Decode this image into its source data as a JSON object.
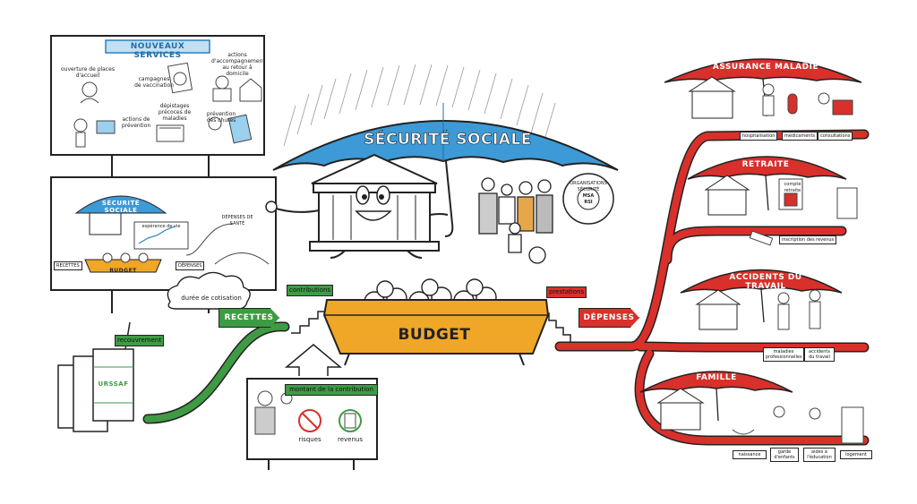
{
  "center": {
    "umbrella_title": "SÉCURITÉ SOCIALE",
    "budget_label": "BUDGET",
    "organisations_badge": [
      "ORGANISATIONS",
      "SÉCURITÉ",
      "MSA",
      "RSI"
    ],
    "cotisation_cloud": "durée de cotisation",
    "recettes_arrow": "RECETTES",
    "depenses_arrow": "DÉPENSES",
    "contributions_flag": "contributions",
    "prestations_flag": "prestations",
    "recouvrement_flag": "recouvrement",
    "urssaf_label": "URSSAF"
  },
  "contribution_board": {
    "title": "montant de la contribution",
    "items": [
      "risques",
      "revenus"
    ]
  },
  "new_services_board": {
    "title": "NOUVEAUX SERVICES",
    "items": [
      "ouverture de places d'accueil",
      "campagnes de vaccination",
      "actions d'accompagnement au retour à domicile",
      "actions de prévention",
      "dépistages précoces de maladies",
      "prévention des chutes"
    ]
  },
  "mini_board": {
    "umbrella_title": "SÉCURITÉ SOCIALE",
    "budget_label": "BUDGET",
    "recettes": "RECETTES",
    "depenses": "DÉPENSES",
    "chart_label": "espérance de vie",
    "other_label": "DÉPENSES DE SANTÉ"
  },
  "branches": [
    {
      "title": "ASSURANCE MALADIE",
      "tags": [
        "hospitalisation",
        "médicaments",
        "consultations"
      ]
    },
    {
      "title": "RETRAITE",
      "tags": [
        "inscription des revenus"
      ],
      "doc": "compte retraite"
    },
    {
      "title": "ACCIDENTS DU TRAVAIL",
      "tags": [
        "maladies professionnelles",
        "accidents du travail"
      ]
    },
    {
      "title": "FAMILLE",
      "tags": [
        "naissance",
        "garde d'enfants",
        "aides à l'éducation",
        "logement"
      ]
    }
  ],
  "colors": {
    "umbrella_blue": "#3d9ad6",
    "budget_orange": "#f0a626",
    "branch_red": "#d9302b",
    "recettes_green": "#3e9b43",
    "ink": "#222222",
    "services_blue": "#2d7fc0"
  }
}
